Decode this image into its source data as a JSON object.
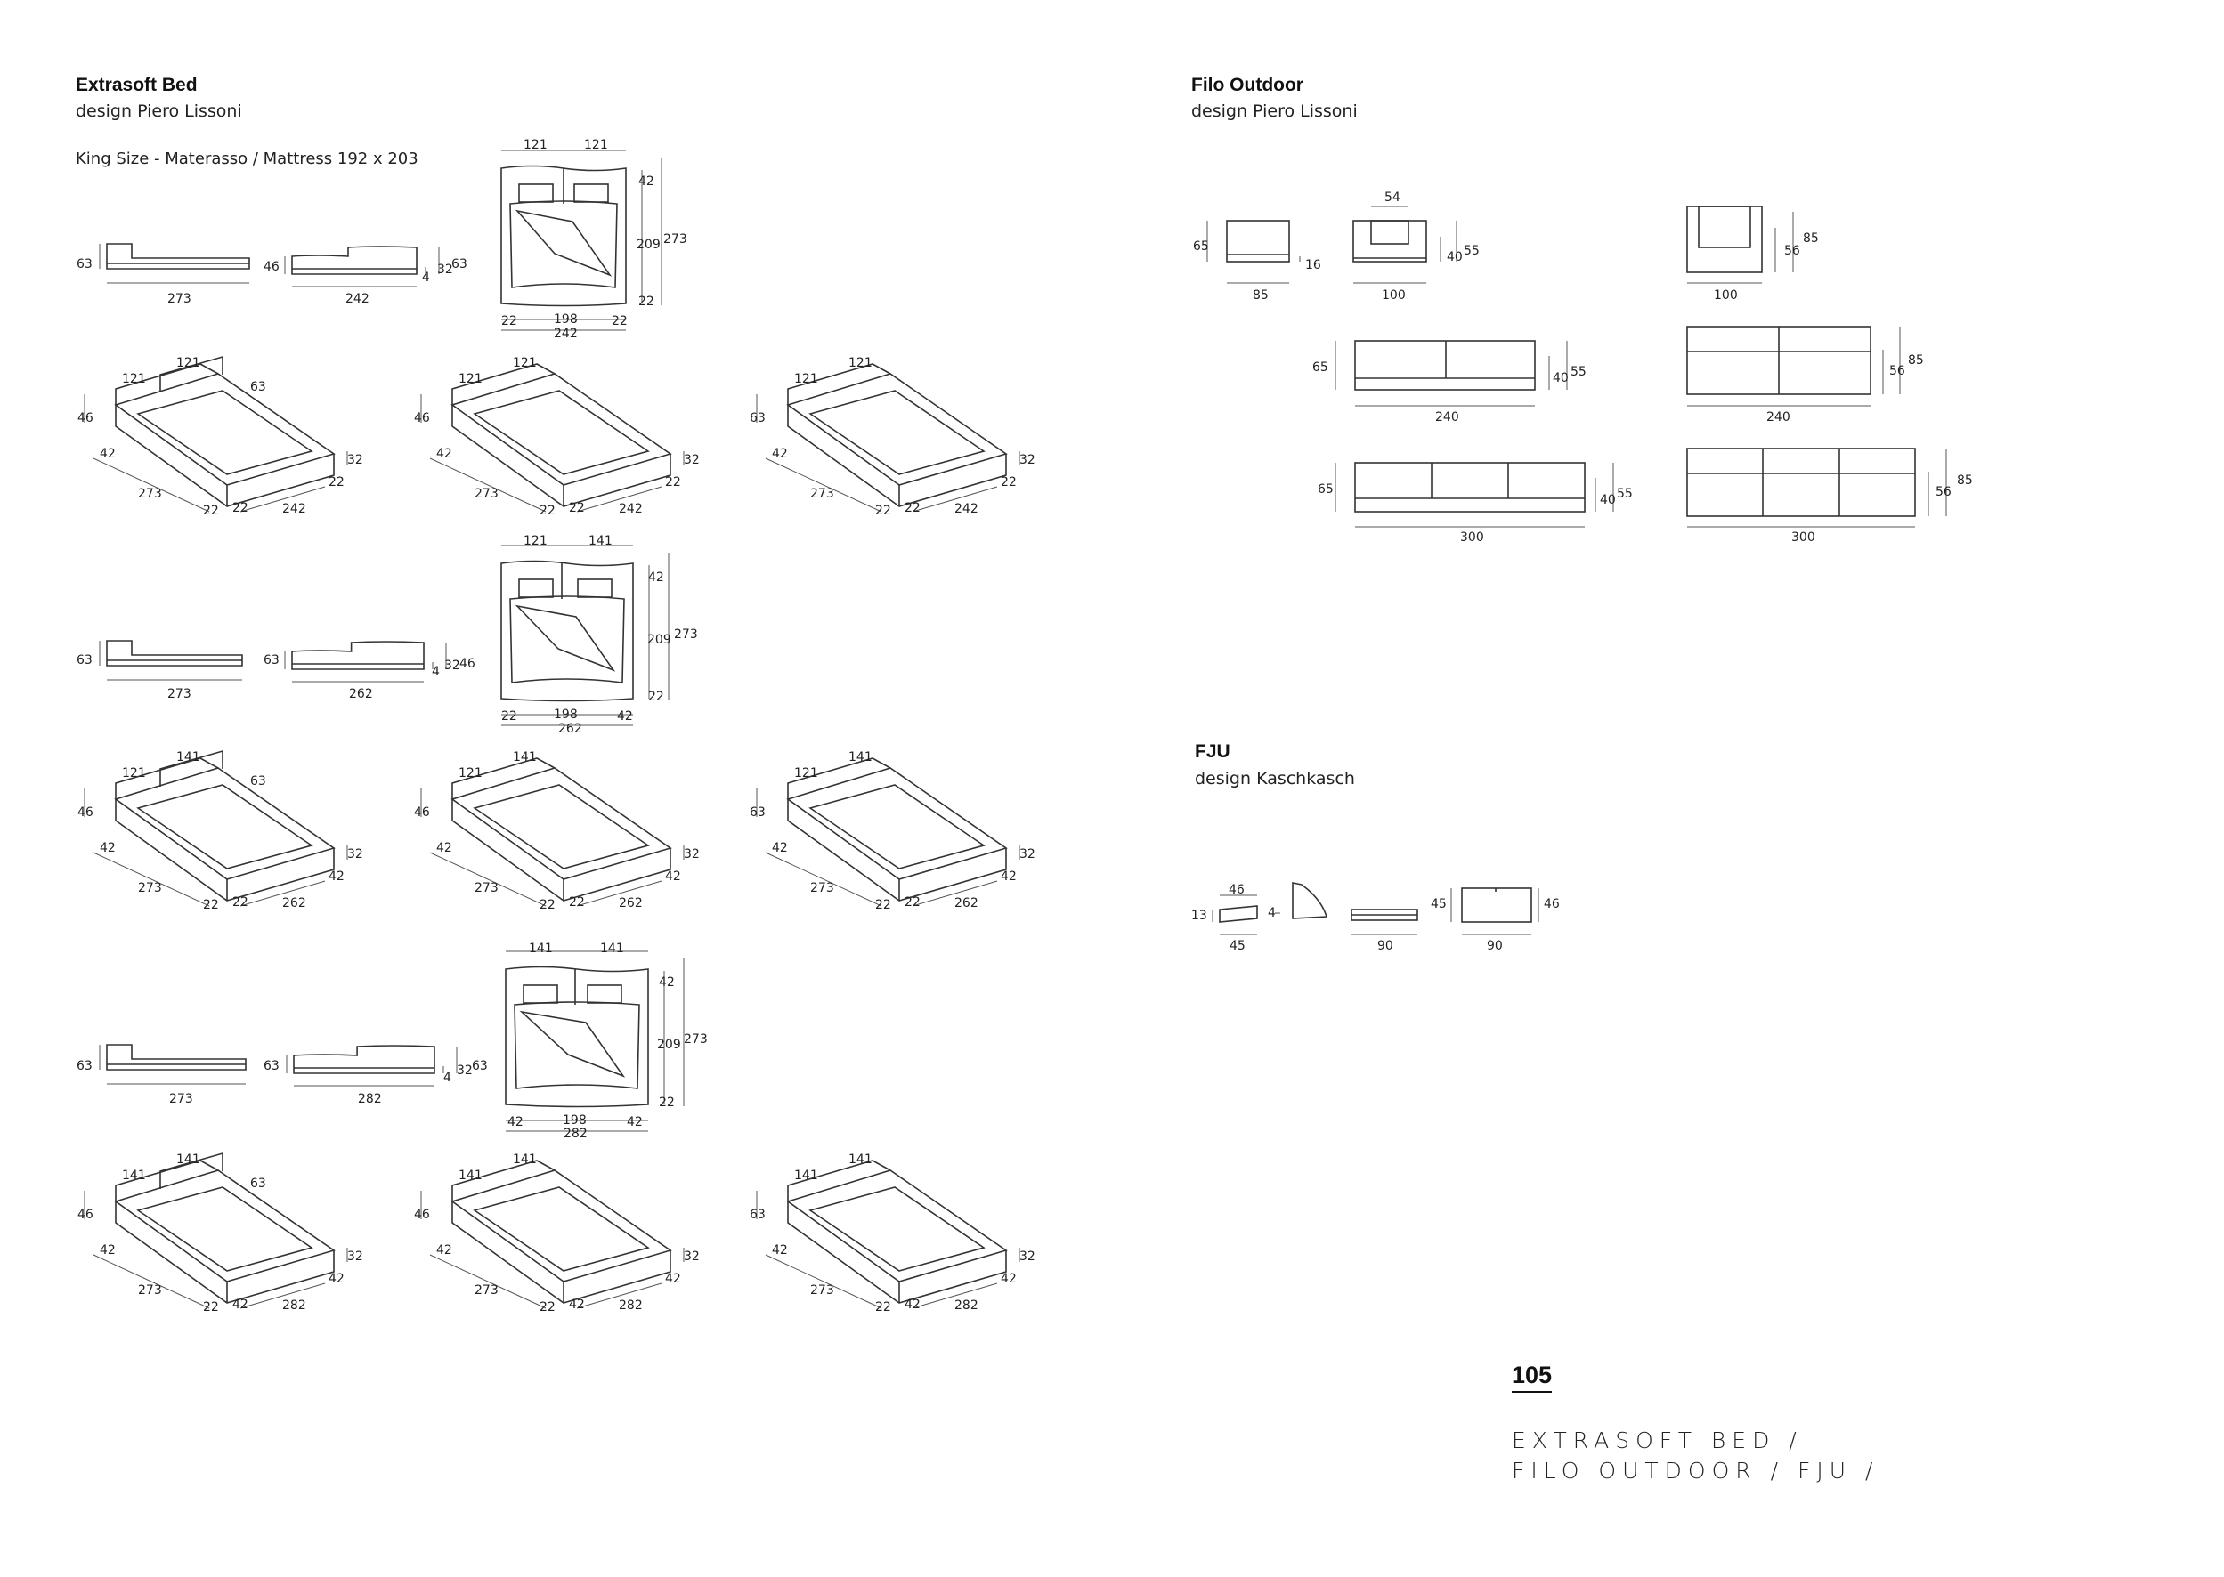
{
  "extrasoft": {
    "title": "Extrasoft Bed",
    "designer": "design Piero Lissoni",
    "mattress_note": "King Size - Materasso  / Mattress 192 x 203",
    "group1": {
      "side_a": {
        "h1": "63",
        "w": "273"
      },
      "side_b": {
        "h": "46",
        "w": "242",
        "h2": "4",
        "h3": "32",
        "h4": "63"
      },
      "plan": {
        "top_a": "121",
        "top_b": "121",
        "r1": "42",
        "r2": "209",
        "r3": "22",
        "total_h": "273",
        "b1": "22",
        "b2": "198",
        "b3": "22",
        "total_w": "242"
      }
    },
    "group2": {
      "side_a": {
        "h1": "63",
        "w": "273"
      },
      "side_b": {
        "h": "63",
        "w": "262",
        "h2": "4",
        "h3": "32",
        "h4": "46"
      },
      "plan": {
        "top_a": "121",
        "top_b": "141",
        "r1": "42",
        "r2": "209",
        "r3": "22",
        "total_h": "273",
        "b1": "22",
        "b2": "198",
        "b3": "42",
        "total_w": "262"
      }
    },
    "group3": {
      "side_a": {
        "h1": "63",
        "w": "273"
      },
      "side_b": {
        "h": "63",
        "w": "282",
        "h2": "4",
        "h3": "32",
        "h4": "63"
      },
      "plan": {
        "top_a": "141",
        "top_b": "141",
        "r1": "42",
        "r2": "209",
        "r3": "22",
        "total_h": "273",
        "b1": "42",
        "b2": "198",
        "b3": "42",
        "total_w": "282"
      }
    },
    "iso_rows": [
      [
        {
          "top1": "121",
          "top2": "121",
          "hb": "63",
          "h": "46",
          "side": "42",
          "depth": "273",
          "f1": "22",
          "f2": "22",
          "f3": "22",
          "width": "242",
          "rh": "32"
        },
        {
          "top1": "121",
          "top2": "121",
          "hb": "",
          "h": "46",
          "side": "42",
          "depth": "273",
          "f1": "22",
          "f2": "22",
          "f3": "22",
          "width": "242",
          "rh": "32"
        },
        {
          "top1": "121",
          "top2": "121",
          "hb": "",
          "h": "63",
          "side": "42",
          "depth": "273",
          "f1": "22",
          "f2": "22",
          "f3": "22",
          "width": "242",
          "rh": "32"
        }
      ],
      [
        {
          "top1": "121",
          "top2": "141",
          "hb": "63",
          "h": "46",
          "side": "42",
          "depth": "273",
          "f1": "22",
          "f2": "22",
          "f3": "42",
          "width": "262",
          "rh": "32"
        },
        {
          "top1": "121",
          "top2": "141",
          "hb": "",
          "h": "46",
          "side": "42",
          "depth": "273",
          "f1": "22",
          "f2": "22",
          "f3": "42",
          "width": "262",
          "rh": "32"
        },
        {
          "top1": "121",
          "top2": "141",
          "hb": "",
          "h": "63",
          "side": "42",
          "depth": "273",
          "f1": "22",
          "f2": "22",
          "f3": "42",
          "width": "262",
          "rh": "32"
        }
      ],
      [
        {
          "top1": "141",
          "top2": "141",
          "hb": "63",
          "h": "46",
          "side": "42",
          "depth": "273",
          "f1": "22",
          "f2": "42",
          "f3": "42",
          "width": "282",
          "rh": "32"
        },
        {
          "top1": "141",
          "top2": "141",
          "hb": "",
          "h": "46",
          "side": "42",
          "depth": "273",
          "f1": "22",
          "f2": "42",
          "f3": "42",
          "width": "282",
          "rh": "32"
        },
        {
          "top1": "141",
          "top2": "141",
          "hb": "",
          "h": "63",
          "side": "42",
          "depth": "273",
          "f1": "22",
          "f2": "42",
          "f3": "42",
          "width": "282",
          "rh": "32"
        }
      ]
    ]
  },
  "filo": {
    "title": "Filo Outdoor",
    "designer": "design Piero Lissoni",
    "pouf": {
      "h": "65",
      "h2": "16",
      "w": "85"
    },
    "armchair": {
      "top": "54",
      "h1": "40",
      "h2": "55",
      "w": "100"
    },
    "armchair_top": {
      "d1": "56",
      "d2": "85",
      "w": "100"
    },
    "sofa2": {
      "h": "65",
      "h1": "40",
      "h2": "55",
      "w": "240"
    },
    "sofa2_top": {
      "d1": "56",
      "d2": "85",
      "w": "240"
    },
    "sofa3": {
      "h": "65",
      "h1": "40",
      "h2": "55",
      "w": "300"
    },
    "sofa3_top": {
      "d1": "56",
      "d2": "85",
      "w": "300"
    }
  },
  "fju": {
    "title": "FJU",
    "designer": "design Kaschkasch",
    "a": {
      "top": "46",
      "h": "13",
      "w": "45"
    },
    "b": {
      "h": "4"
    },
    "c": {
      "w": "90"
    },
    "d": {
      "h1": "45",
      "h2": "46",
      "w": "90"
    }
  },
  "page_number": "105",
  "footer": {
    "line1": "EXTRASOFT BED /",
    "line2": "FILO OUTDOOR / FJU /"
  }
}
